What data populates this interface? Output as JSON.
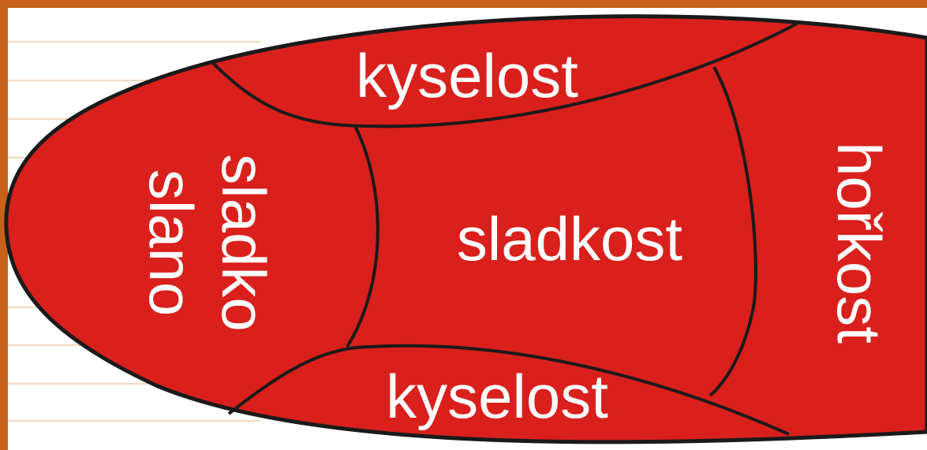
{
  "diagram": {
    "colors": {
      "tongue_fill": "#d9201c",
      "outline": "#1a1a1a",
      "label_text": "#ffffff",
      "background": "#ffffff",
      "frame_orange": "#c8621a",
      "frame_stripe": "#e9b07e"
    },
    "labels": {
      "sour_top": "kyselost",
      "sour_bottom": "kyselost",
      "sweet_center": "sladkost",
      "sweet_tip": "sladko",
      "salty_tip": "slano",
      "bitter_back": "hořkost"
    }
  }
}
